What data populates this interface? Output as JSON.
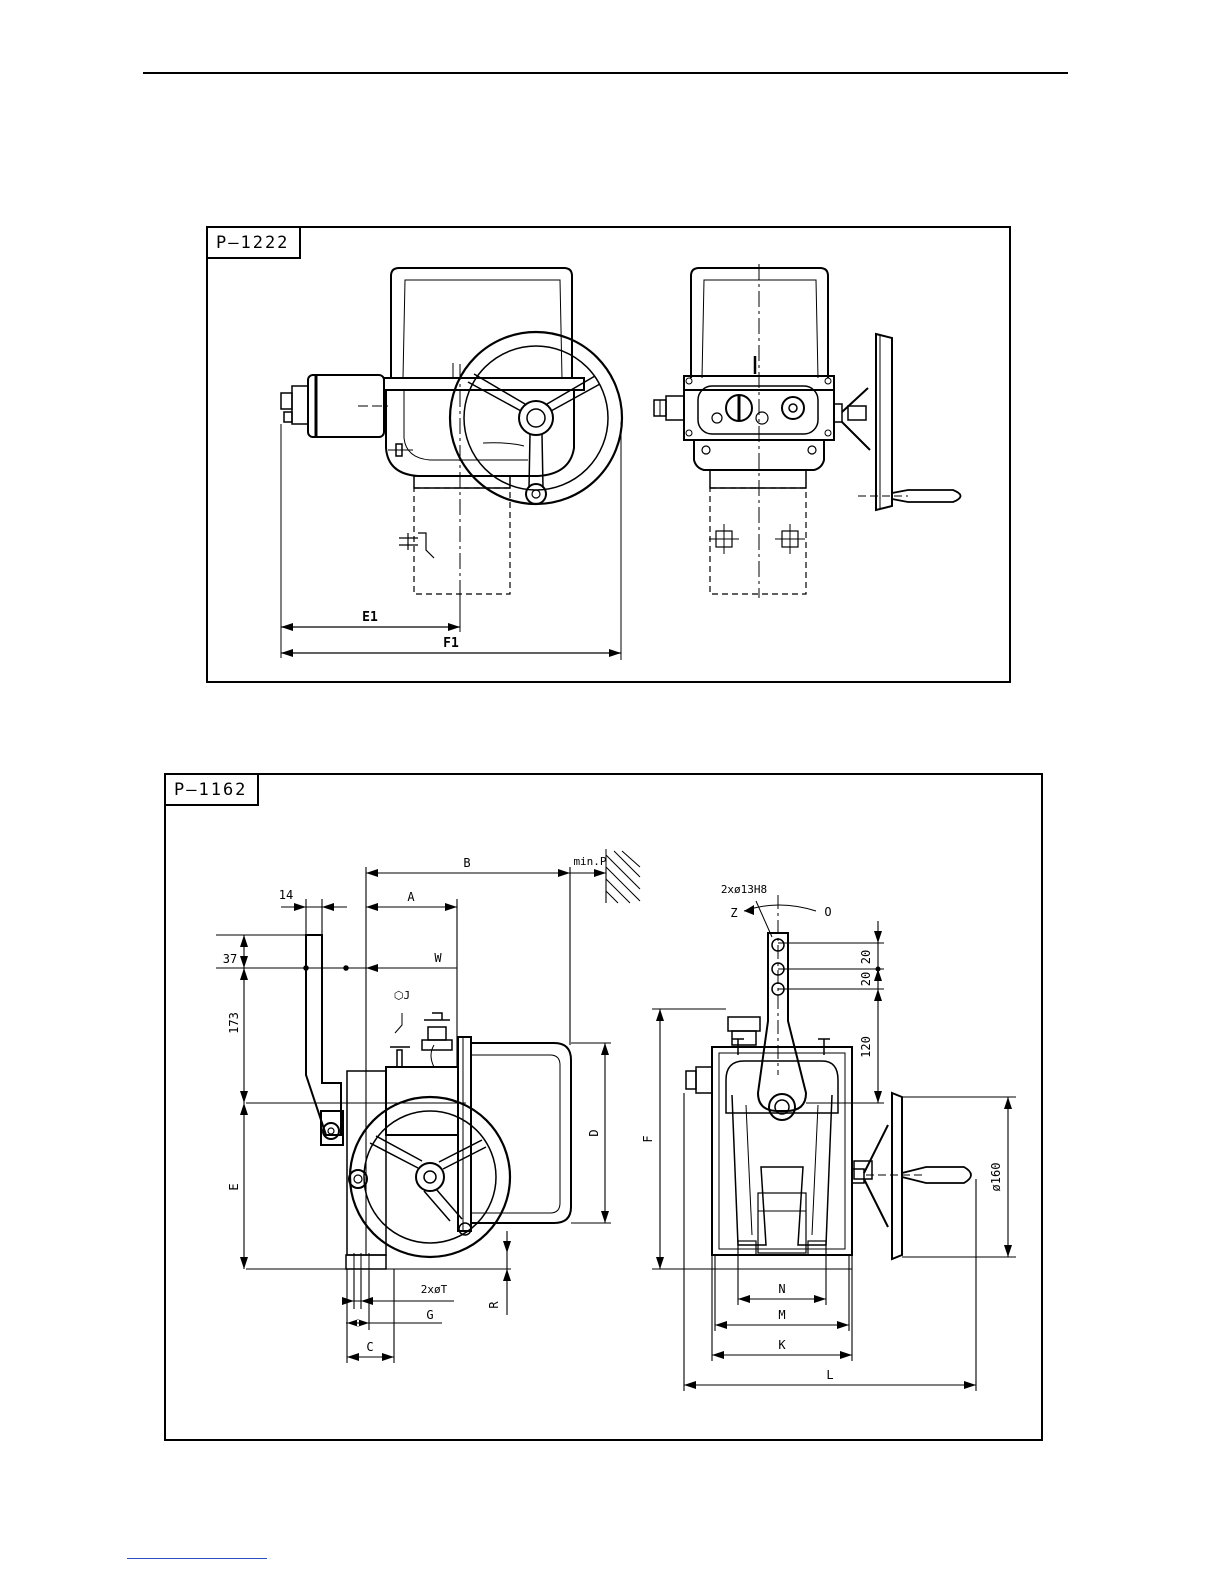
{
  "drawing1": {
    "tag": "P–1222",
    "dims": {
      "e1": "E1",
      "f1": "F1"
    }
  },
  "drawing2": {
    "tag": "P–1162",
    "dims": {
      "b": "B",
      "min_p": "min.P",
      "a": "A",
      "w": "W",
      "d14": "14",
      "d37": "37",
      "d173": "173",
      "hex_j": "⬡J",
      "d": "D",
      "e": "E",
      "two_t": "2xøT",
      "g": "G",
      "c": "C",
      "r": "R",
      "holes": "2xø13H8",
      "z": "Z",
      "o": "O",
      "d20a": "20",
      "d20b": "20",
      "d120": "120",
      "f": "F",
      "n": "N",
      "m": "M",
      "k": "K",
      "l": "L",
      "d160": "ø160"
    }
  }
}
